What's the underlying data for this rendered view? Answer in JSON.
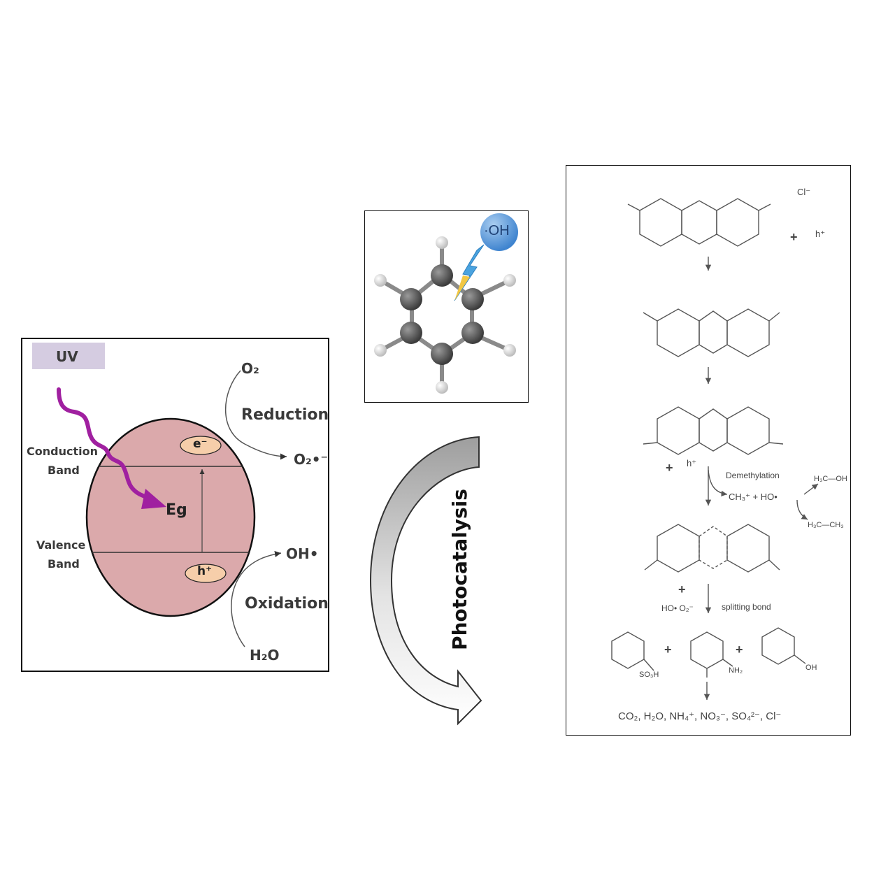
{
  "band_diagram": {
    "uv_label": "UV",
    "conduction_band": [
      "Conduction",
      "Band"
    ],
    "valence_band": [
      "Valence",
      "Band"
    ],
    "electron_label": "e⁻",
    "hole_label": "h⁺",
    "gap_label": "Eg",
    "oxygen": "O₂",
    "reduction": "Reduction",
    "superoxide": "O₂•⁻",
    "hydroxyl": "OH•",
    "oxidation": "Oxidation",
    "water": "H₂O",
    "colors": {
      "particle": "#dba9ab",
      "uv_box": "#d5cce1",
      "uv_arrow": "#a020a0",
      "carrier_fill": "#f6ceaa"
    }
  },
  "molecule": {
    "radical_label": "·OH",
    "colors": {
      "carbon": "#555555",
      "hydrogen": "#d8d8d8",
      "radical": "#5b9bd5",
      "bolt": "#4aa3df"
    }
  },
  "process_arrow": {
    "label": "Photocatalysis"
  },
  "mechanism": {
    "counterion": "Cl⁻",
    "hole_reagent": "h⁺",
    "plus": "+",
    "demethylation": "Demethylation",
    "demethylation_products": "CH₃⁺ + HO•",
    "methanol": "H₃C—OH",
    "ethane": "H₃C—CH₃",
    "radicals": "HO• O₂⁻",
    "splitting_bond": "splitting bond",
    "sulfonic": "SO₃H",
    "amine": "NH₂",
    "hydroxy": "OH",
    "final_products": "CO₂, H₂O, NH₄⁺, NO₃⁻, SO₄²⁻, Cl⁻"
  }
}
